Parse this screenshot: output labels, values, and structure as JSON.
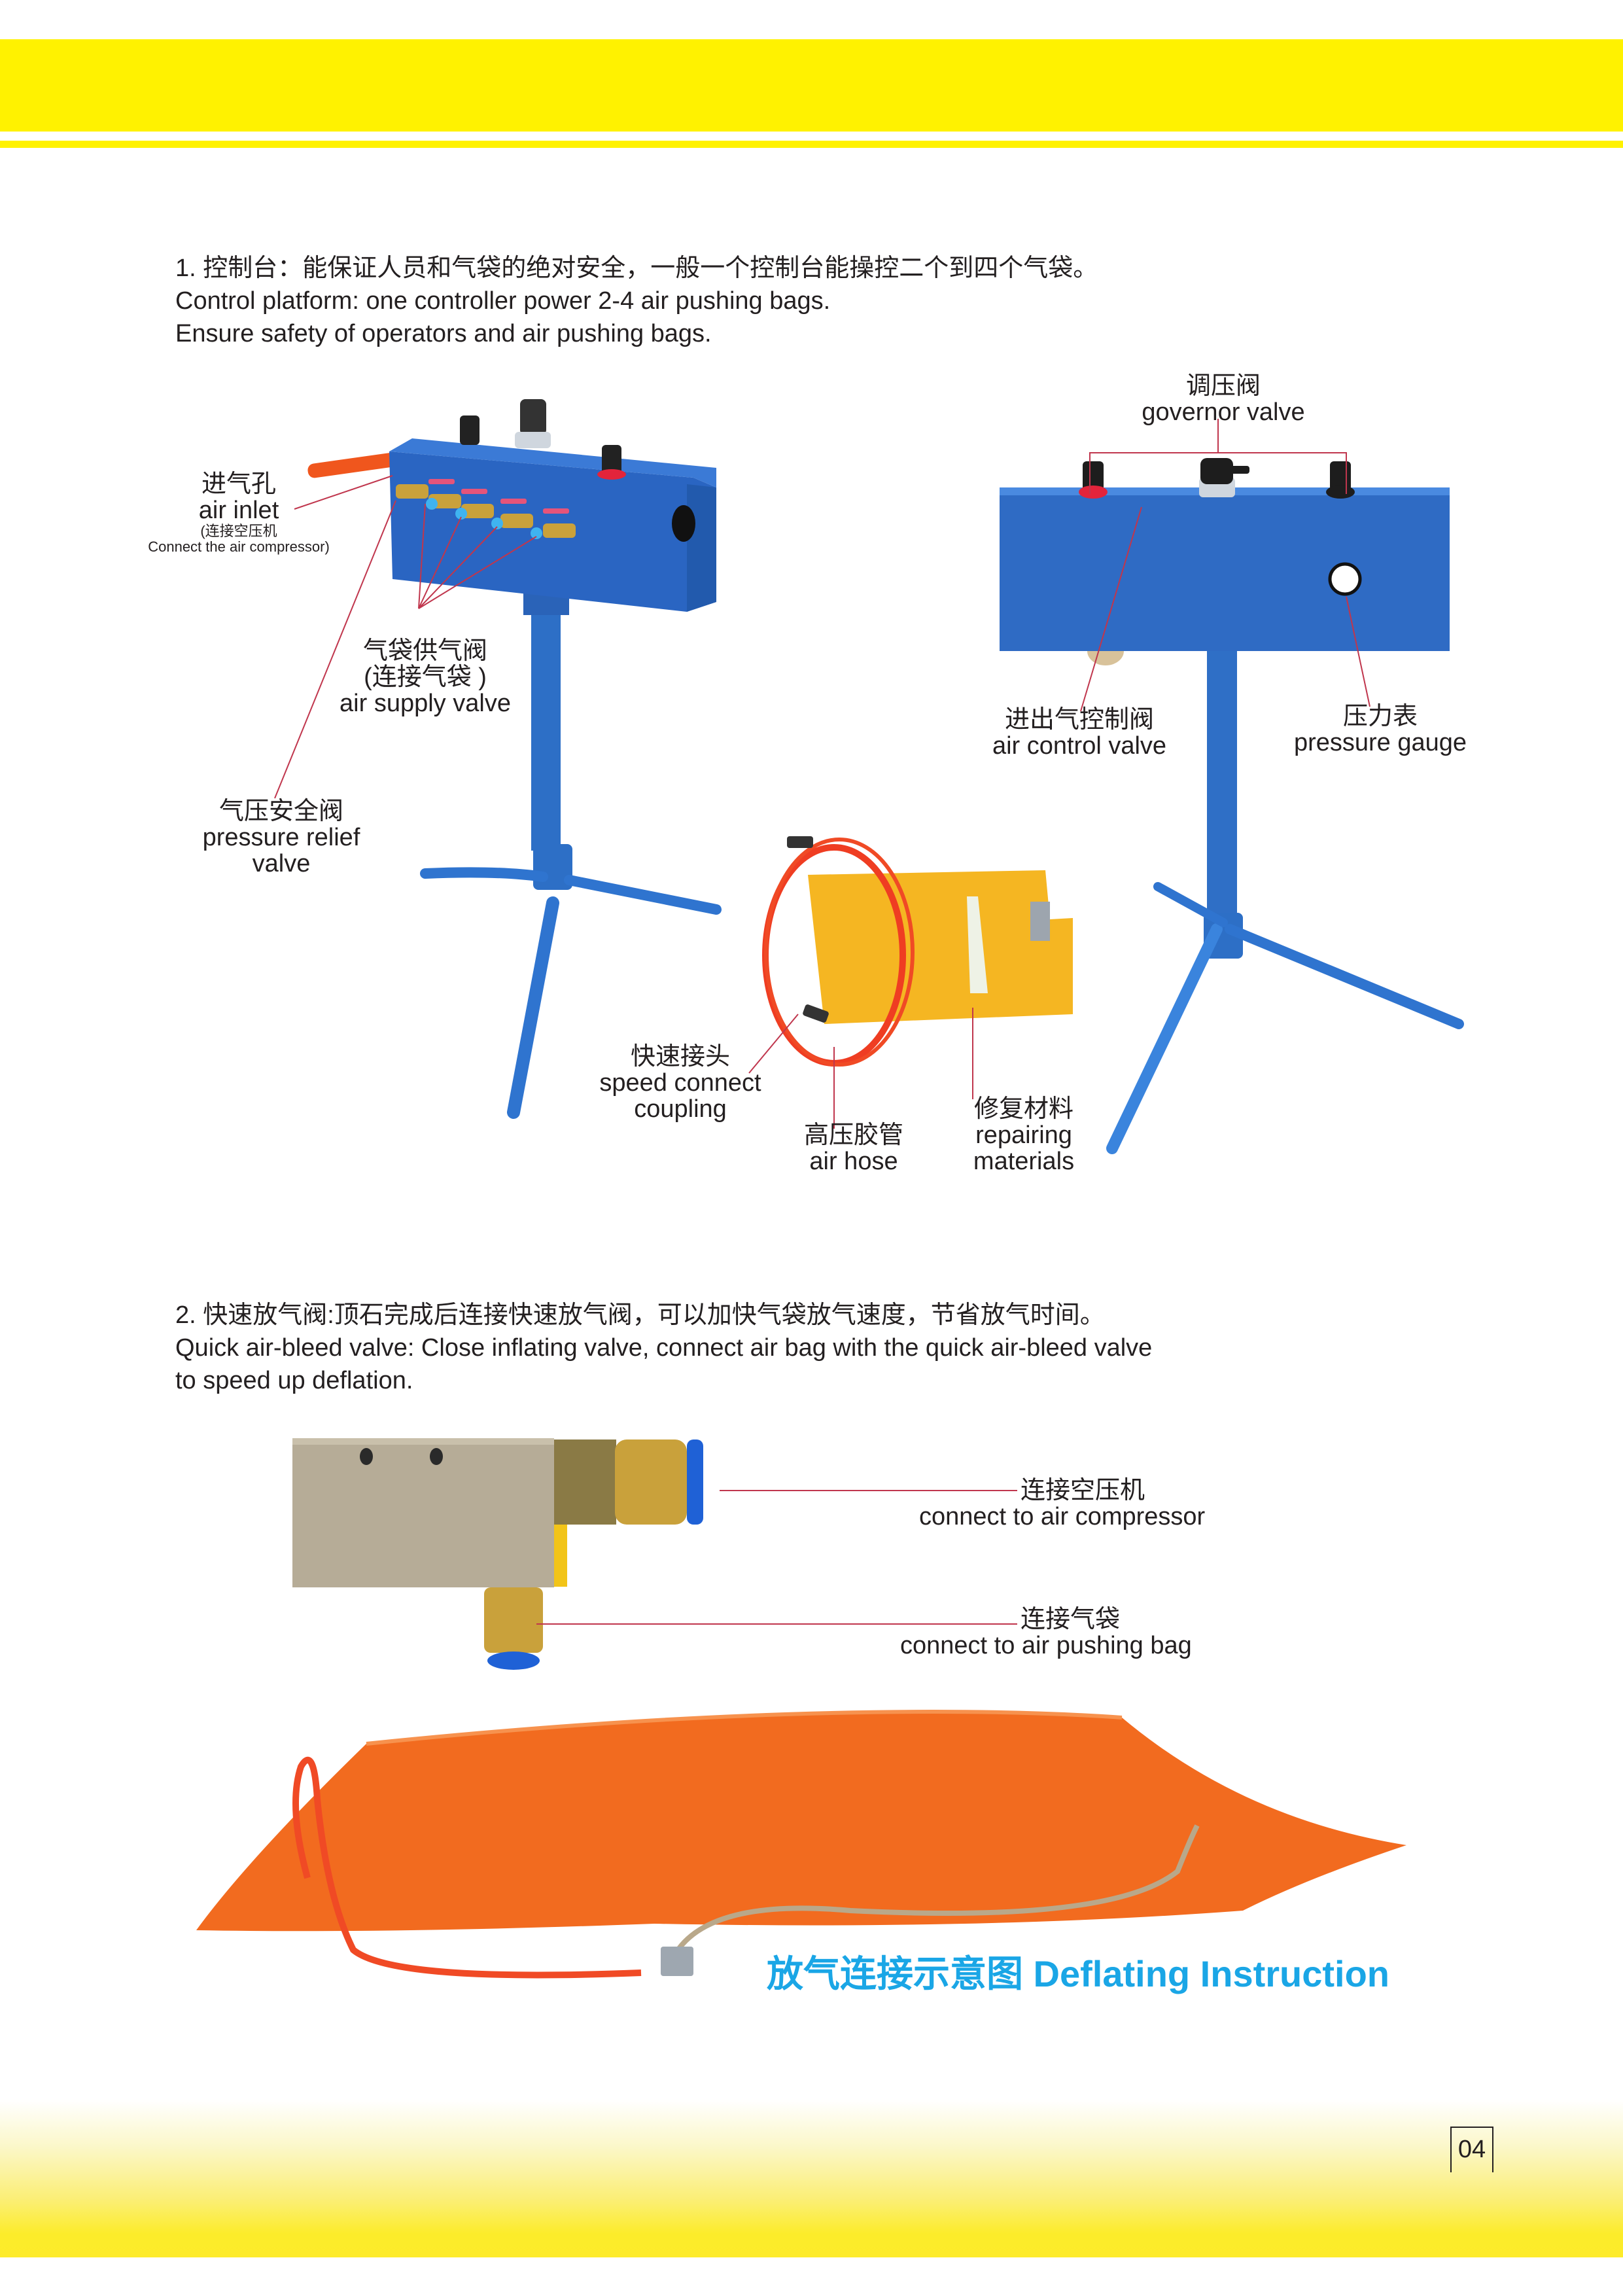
{
  "header": {
    "band_color": "#fff200"
  },
  "section1": {
    "title_cn": "1. 控制台：能保证人员和气袋的绝对安全，一般一个控制台能操控二个到四个气袋。",
    "line1_en": "Control platform: one controller power 2-4 air pushing bags.",
    "line2_en": "Ensure safety of operators and air pushing bags.",
    "labels": {
      "air_inlet": {
        "cn": "进气孔",
        "en": "air inlet",
        "note_cn": "(连接空压机",
        "note_en": "Connect the air compressor)"
      },
      "air_supply_valve": {
        "cn1": "气袋供气阀",
        "cn2": "(连接气袋 )",
        "en": "air supply valve"
      },
      "pressure_relief_valve": {
        "cn": "气压安全阀",
        "en1": "pressure relief",
        "en2": "valve"
      },
      "governor_valve": {
        "cn": "调压阀",
        "en": "governor valve"
      },
      "air_control_valve": {
        "cn": "进出气控制阀",
        "en": "air control valve"
      },
      "pressure_gauge": {
        "cn": "压力表",
        "en": "pressure gauge"
      },
      "speed_connect": {
        "cn": "快速接头",
        "en1": "speed connect",
        "en2": "coupling"
      },
      "air_hose": {
        "cn": "高压胶管",
        "en": "air hose"
      },
      "repairing_materials": {
        "cn": "修复材料",
        "en1": "repairing",
        "en2": "materials"
      }
    }
  },
  "section2": {
    "title_cn": "2. 快速放气阀:顶石完成后连接快速放气阀，可以加快气袋放气速度，节省放气时间。",
    "line1_en": "Quick air-bleed valve: Close inflating valve, connect air bag with the quick air-bleed valve",
    "line2_en": "to speed up deflation.",
    "labels": {
      "compressor": {
        "cn": "连接空压机",
        "en": "connect to air compressor"
      },
      "bag": {
        "cn": "连接气袋",
        "en": "connect to air pushing bag"
      }
    },
    "caption": "放气连接示意图 Deflating Instruction",
    "caption_color": "#1aa6e6"
  },
  "footer": {
    "page_number": "04"
  }
}
